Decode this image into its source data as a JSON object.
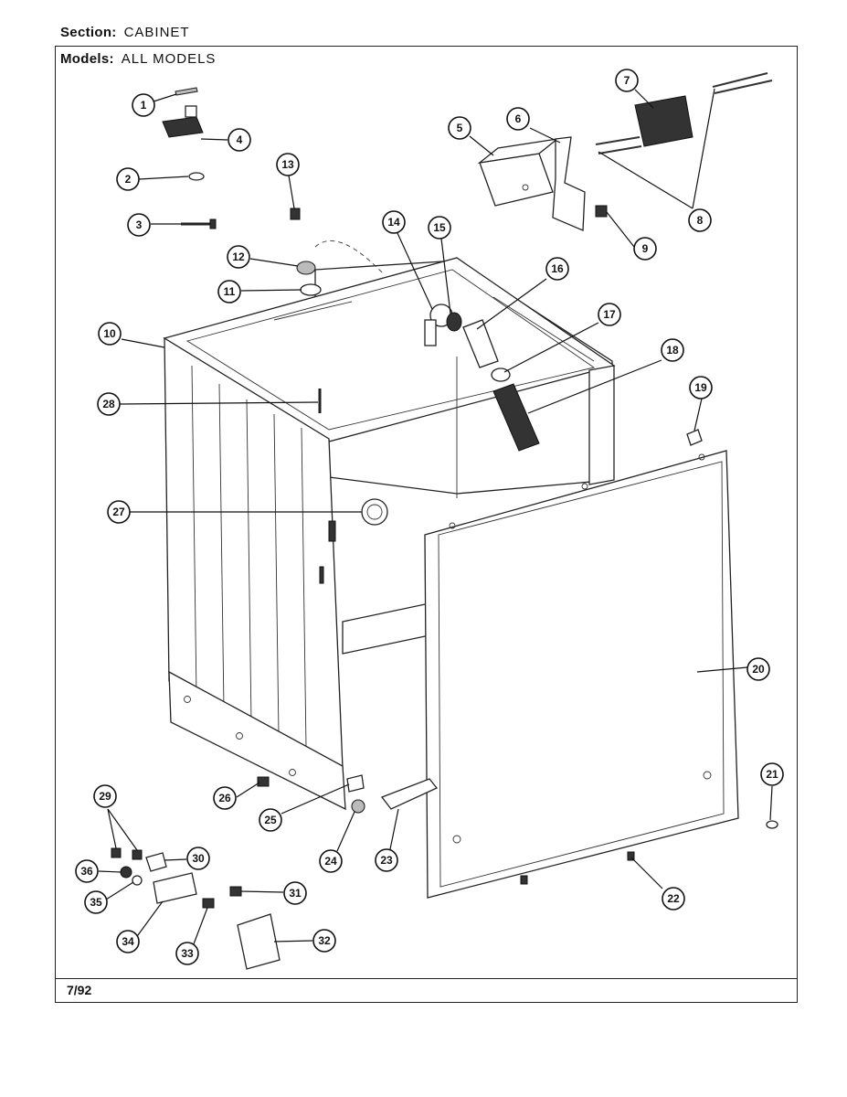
{
  "header": {
    "section_label": "Section:",
    "section_value": "CABINET",
    "models_label": "Models:",
    "models_value": "ALL MODELS"
  },
  "footer": {
    "date": "7/92"
  },
  "callouts": [
    "1",
    "2",
    "3",
    "4",
    "5",
    "6",
    "7",
    "8",
    "9",
    "10",
    "11",
    "12",
    "13",
    "14",
    "15",
    "16",
    "17",
    "18",
    "19",
    "20",
    "21",
    "22",
    "23",
    "24",
    "25",
    "26",
    "27",
    "28",
    "29",
    "30",
    "31",
    "32",
    "33",
    "34",
    "35",
    "36"
  ]
}
